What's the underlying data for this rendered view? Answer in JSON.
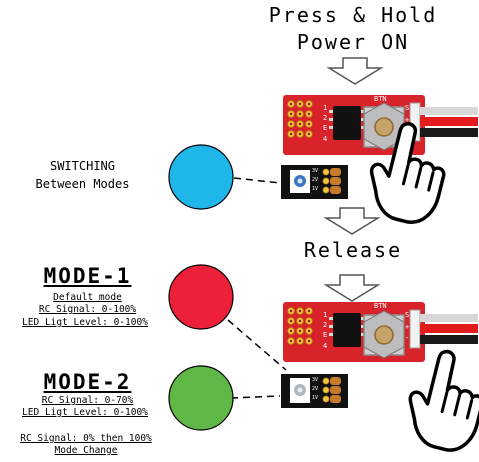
{
  "steps": {
    "press_hold_line1": "Press & Hold",
    "press_hold_line2": "Power ON",
    "release": "Release"
  },
  "switching": {
    "line1": "SWITCHING",
    "line2": "Between Modes",
    "color": "#1fb6ea"
  },
  "mode1": {
    "title": "MODE-1",
    "subtitle": "Default mode",
    "rc_signal": "RC Signal: 0-100%",
    "led_level": "LED Ligt Level: 0-100%",
    "color": "#ee2039"
  },
  "mode2": {
    "title": "MODE-2",
    "rc_signal": "RC Signal: 0-70%",
    "led_level": "LED Ligt Level: 0-100%",
    "color": "#5fb845"
  },
  "mode_change": {
    "line1": "RC Signal: 0% then 100%",
    "line2": "Mode Change"
  },
  "board": {
    "btn_label": "BTN",
    "pins": [
      "S",
      "+",
      "-"
    ],
    "side_labels": [
      "4",
      "E",
      "2",
      "1"
    ],
    "color": "#d8232a"
  },
  "switch": {
    "labels": [
      "3V",
      "2V",
      "1V"
    ]
  }
}
